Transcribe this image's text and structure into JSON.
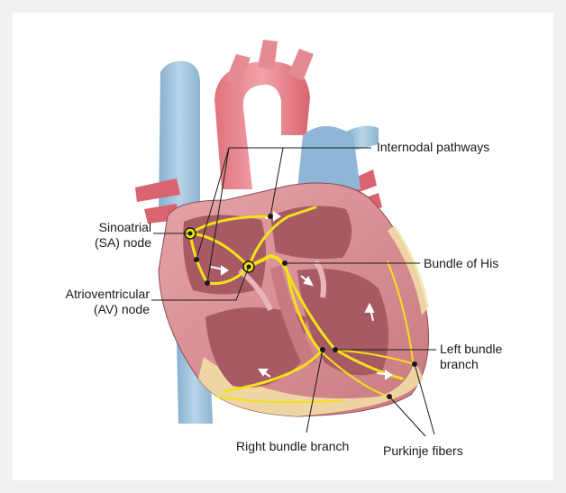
{
  "labels": {
    "internodal": "Internodal pathways",
    "sa_line1": "Sinoatrial",
    "sa_line2": "(SA) node",
    "bundle_his": "Bundle of His",
    "av_line1": "Atrioventricular",
    "av_line2": "(AV) node",
    "left_bundle_line1": "Left bundle",
    "left_bundle_line2": "branch",
    "right_bundle": "Right bundle branch",
    "purkinje": "Purkinje fibers"
  },
  "colors": {
    "background": "#f1f1f1",
    "frame": "#ffffff",
    "vein_blue": "#9ec3dd",
    "artery_red": "#e07580",
    "heart_wall": "#d98a8f",
    "chamber": "#a85a64",
    "conduction_yellow": "#f2e21a",
    "fat_yellow": "#f3e3a8",
    "leader_line": "#1a1a1a"
  }
}
